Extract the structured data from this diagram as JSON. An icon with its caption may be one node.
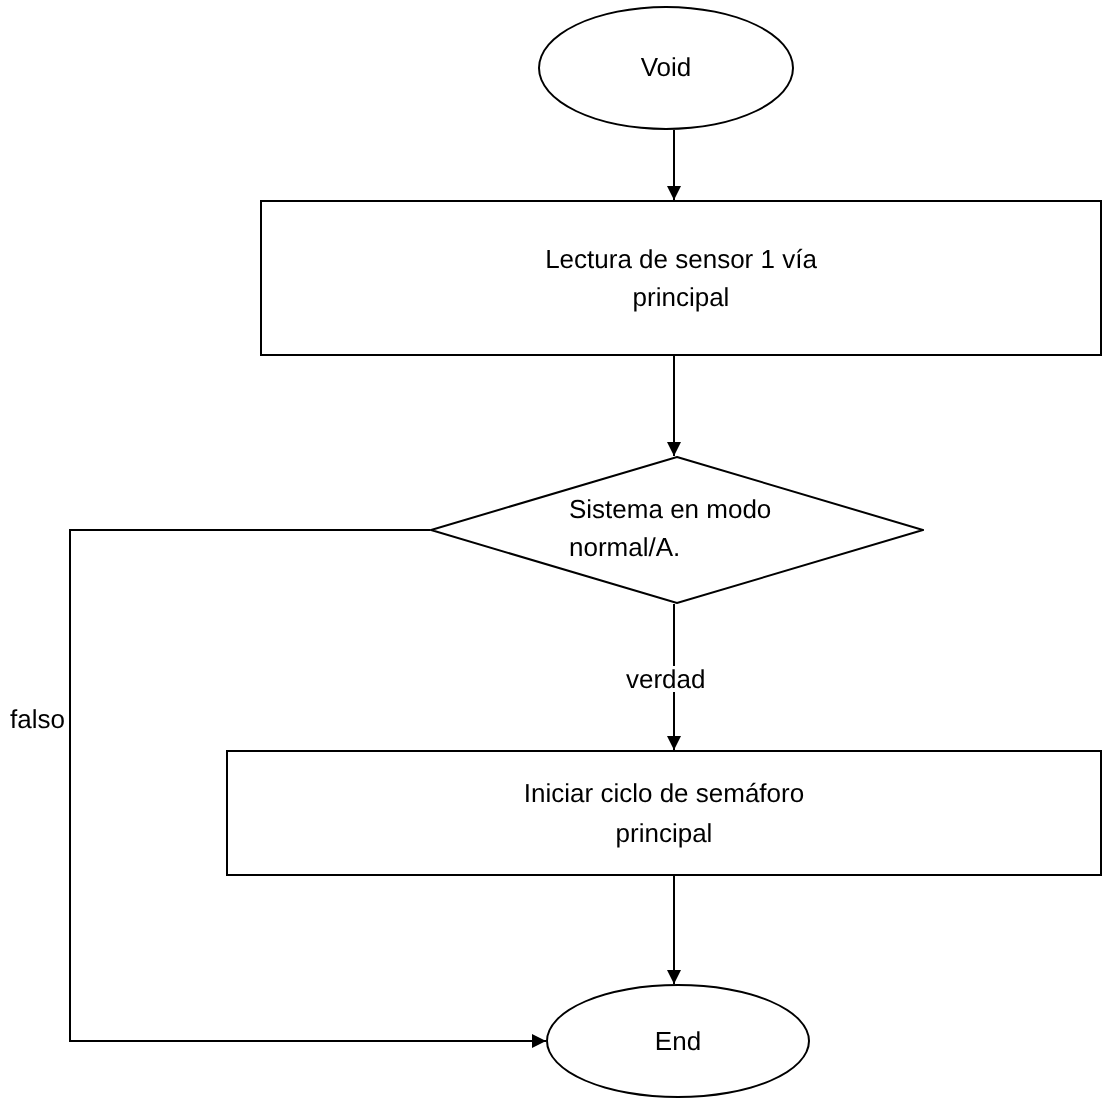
{
  "diagram": {
    "nodes": [
      {
        "text": [
          "Void"
        ]
      },
      {
        "text": [
          "Lectura de sensor 1 vía principal"
        ]
      },
      {
        "text": [
          "Sistema en modo normal/A."
        ]
      },
      {
        "text": [
          "Iniciar ciclo de semáforo principal"
        ]
      },
      {
        "text": [
          "End"
        ]
      }
    ],
    "edges": [
      {
        "from": 0,
        "to": 1,
        "arrow": "to"
      },
      {
        "from": 1,
        "to": 2,
        "arrow": "to"
      },
      {
        "from": 2,
        "to": 3,
        "arrow": "to",
        "label": "verdad"
      },
      {
        "from": 2,
        "to": 4,
        "arrow": "to",
        "label": "falso"
      },
      {
        "from": 3,
        "to": 4,
        "arrow": "to"
      }
    ]
  }
}
